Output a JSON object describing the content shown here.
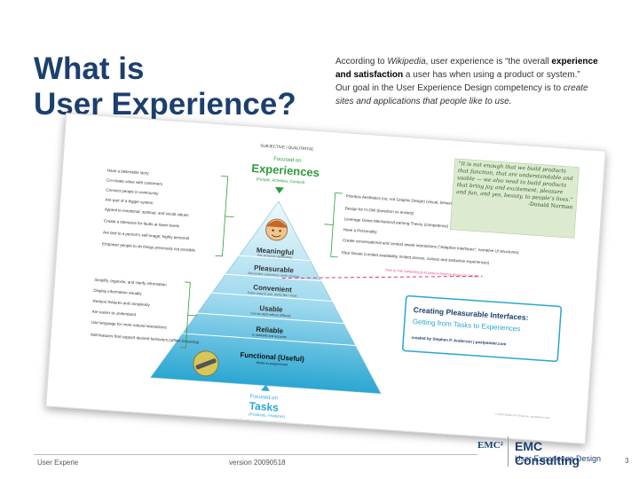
{
  "slide": {
    "title_line1": "What is",
    "title_line2": "User Experience?",
    "intro_p1_before": "According to ",
    "intro_p1_source": "Wikipedia",
    "intro_p1_mid": ", user experience is “the overall ",
    "intro_p1_bold": "experience and satisfaction",
    "intro_p1_after": " a user has when using a product or system.”",
    "intro_p2_before": "Our goal in the User Experience Design competency is to ",
    "intro_p2_italic": "create sites and applications that people like to use."
  },
  "card": {
    "top_label": "SUBJECTIVE / QUALITATIVE",
    "focused_on_top": "Focused on",
    "experiences": "Experiences",
    "experiences_sub": "(People, Activities, Context)",
    "pyramid_levels": [
      {
        "name": "Meaningful",
        "sub": "Has personal significance"
      },
      {
        "name": "Pleasurable",
        "sub": "Memorable experience worth sharing"
      },
      {
        "name": "Convenient",
        "sub": "Super easy to use, works like I think"
      },
      {
        "name": "Usable",
        "sub": "Can be used without difficulty"
      },
      {
        "name": "Reliable",
        "sub": "Is available and accurate"
      },
      {
        "name": "Functional (Useful)",
        "sub": "Works as programmed"
      }
    ],
    "focused_on_bottom": "Focused on",
    "tasks": "Tasks",
    "tasks_sub": "(Products, Features)",
    "bottom_label": "OBJECTIVE / QUANTIFIABLE",
    "left_top_items": [
      "Have a believable story",
      "Co-create value with customers",
      "Connect people in community",
      "Are part of a bigger system",
      "Appeal to emotional, spiritual, and social values",
      "Create a tolerance for faults at lower levels",
      "Are tied to a person's self-image; highly personal",
      "Empower people to do things previously not possible"
    ],
    "left_bottom_items": [
      "Simplify, organize, and clarify information",
      "Display information visually",
      "Reduce features and complexity",
      "Are easier to understand",
      "Use language for more natural interactions",
      "Add features that support desired behaviors (offline browsing)"
    ],
    "right_items": [
      "Prioritize Aesthetics (no, not Graphic Design) (visual, behaviors, sounds, psychology)",
      "Design for FLOW (boredom vs anxiety)",
      "Leverage Game Mechanics/Learning Theory (competence)",
      "Have a Personality",
      "Create conversational and context aware interactions (\"Adaptive Interfaces\"; narrative UI structures)",
      "Elicit Desire (Limited availability, limited access, curious and seductive experiences)"
    ],
    "dashed_note": "THIS IS THE THRESHOLD AT WHICH PEOPLE BEGIN TO TRUST...",
    "quote": "“It is not enough that we build products that function, that are understandable and usable — we also need to build products that bring joy and excitement, pleasure and fun, and yes, beauty, to people’s lives.”",
    "quote_author": "-Donald Norman",
    "box_title": "Creating Pleasurable Interfaces:",
    "box_subtitle": "Getting from Tasks to Experiences",
    "box_credit": "created by Stephen P. Anderson  |  poetpainter.com",
    "copyright": "© 2009 Stephen P. Anderson, poetpainter.com"
  },
  "footer": {
    "left_text": "User Experie",
    "version": "version 20090518",
    "page_number": "3",
    "logo_mark": "EMC²",
    "logo_name": "EMC Consulting",
    "logo_sub": "User Experience Design"
  },
  "colors": {
    "title": "#1c3f6e",
    "pyramid_top": "#e8f7fb",
    "pyramid_bottom": "#2aa6d2",
    "accent_green": "#2e9b3a",
    "accent_pink": "#e0357a"
  }
}
